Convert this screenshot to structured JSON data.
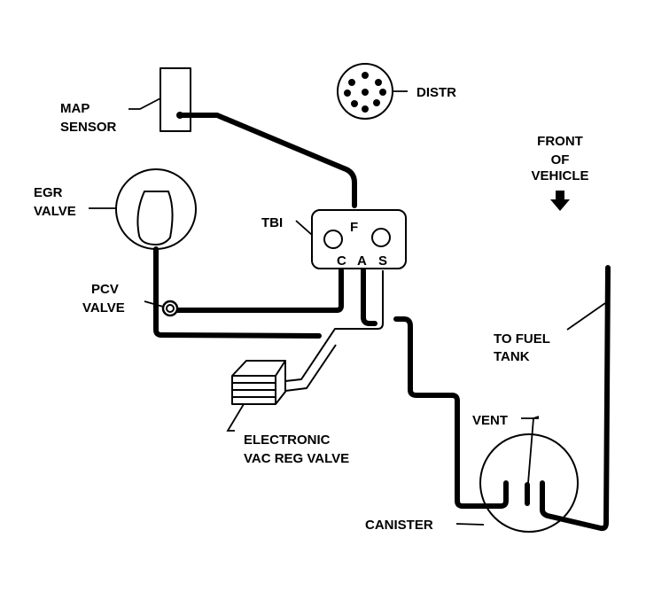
{
  "labels": {
    "map_sensor": [
      "MAP",
      "SENSOR"
    ],
    "distr": "DISTR",
    "egr_valve": [
      "EGR",
      "VALVE"
    ],
    "tbi": "TBI",
    "tbi_ports": {
      "f": "F",
      "c": "C",
      "a": "A",
      "s": "S"
    },
    "pcv_valve": [
      "PCV",
      "VALVE"
    ],
    "evrv": [
      "ELECTRONIC",
      "VAC REG VALVE"
    ],
    "front_of_vehicle": [
      "FRONT",
      "OF",
      "VEHICLE"
    ],
    "fuel_tank": [
      "TO FUEL",
      "TANK"
    ],
    "vent": "VENT",
    "canister": "CANISTER"
  },
  "colors": {
    "line": "#000000",
    "background": "#ffffff"
  },
  "icons": {
    "front_arrow": "arrow-down-icon"
  }
}
